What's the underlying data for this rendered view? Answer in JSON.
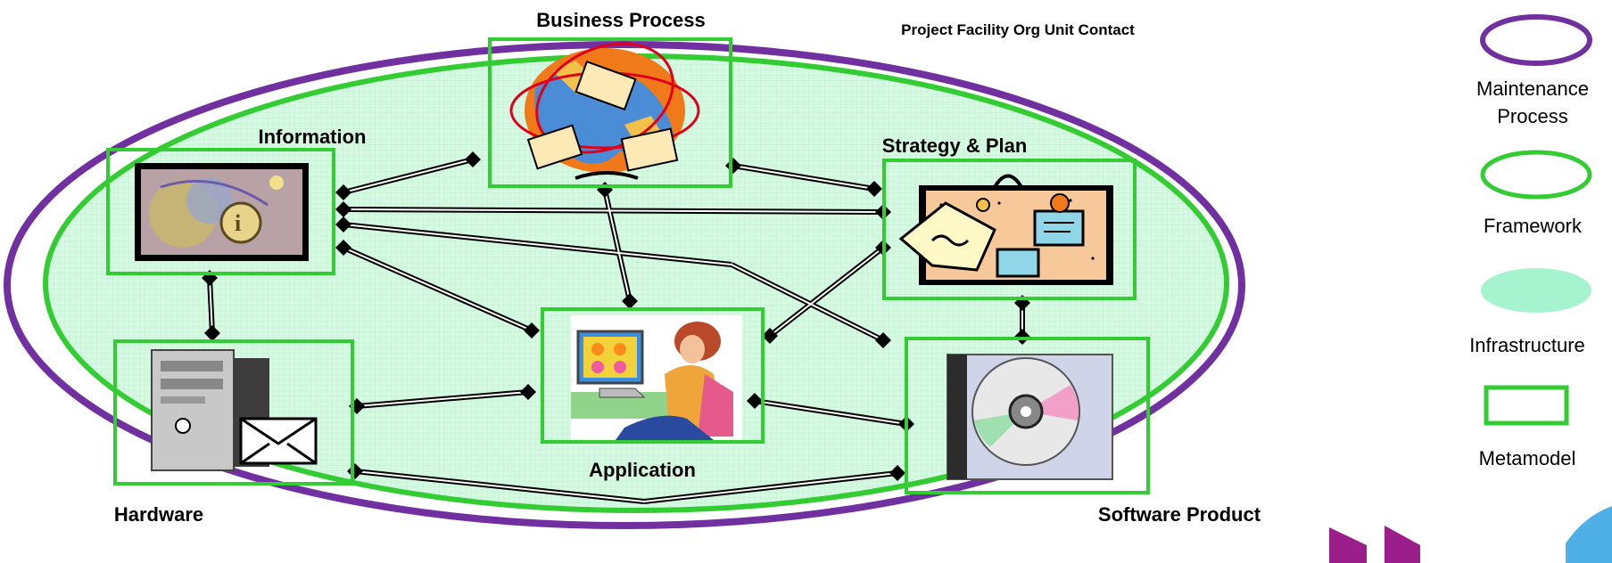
{
  "diagram": {
    "header_note": "Project Facility Org Unit Contact",
    "nodes": {
      "business_process": "Business Process",
      "information": "Information",
      "strategy_plan": "Strategy & Plan",
      "hardware": "Hardware",
      "application": "Application",
      "software_product": "Software Product"
    }
  },
  "legend": {
    "items": [
      {
        "label_line1": "Maintenance",
        "label_line2": "Process",
        "shape": "ellipse-outline",
        "color": "#7030a0"
      },
      {
        "label_line1": "Framework",
        "label_line2": "",
        "shape": "ellipse-outline",
        "color": "#33cc33"
      },
      {
        "label_line1": "Infrastructure",
        "label_line2": "",
        "shape": "ellipse-filled",
        "color": "#a6f3d0"
      },
      {
        "label_line1": "Metamodel",
        "label_line2": "",
        "shape": "rectangle-outline",
        "color": "#33cc33"
      }
    ]
  },
  "colors": {
    "maintenance_process": "#7030a0",
    "framework": "#33cc33",
    "infrastructure_fill": "#d8fbe8",
    "connector": "#000000"
  }
}
